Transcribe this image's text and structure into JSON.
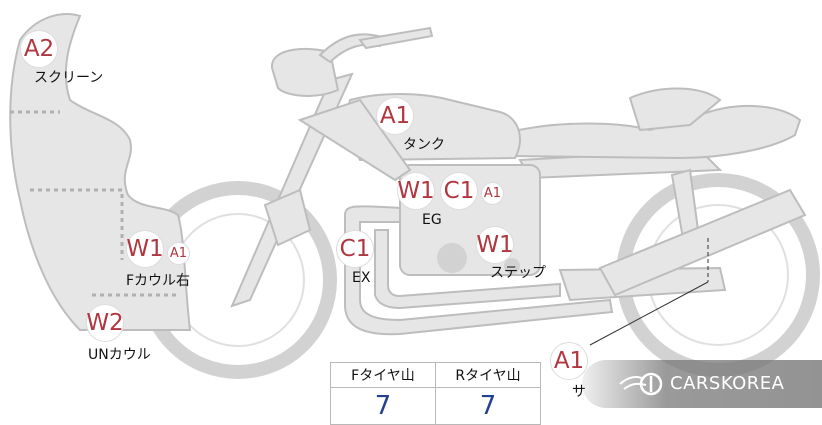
{
  "colors": {
    "body_fill": "#e6e6e6",
    "body_stroke": "#bdbdbd",
    "badge_text": "#b0363f",
    "value_text": "#24418d"
  },
  "badges": {
    "screen": "A2",
    "tank": "A1",
    "engine_w": "W1",
    "engine_c": "C1",
    "engine_a": "A1",
    "fcowl_w": "W1",
    "fcowl_a": "A1",
    "exhaust": "C1",
    "step": "W1",
    "under_cowl": "W2",
    "rear": "A1"
  },
  "labels": {
    "screen": "スクリーン",
    "tank": "タンク",
    "engine": "EG",
    "fcowl": "Fカウル右",
    "exhaust": "EX",
    "step": "ステップ",
    "under_cowl": "UNカウル",
    "rear_partial": "サ"
  },
  "tire_table": {
    "headers": [
      "Fタイヤ山",
      "Rタイヤ山"
    ],
    "values": [
      "7",
      "7"
    ]
  },
  "watermark": {
    "text": "CARSKOREA",
    "icon": "carskorea-logo-icon"
  }
}
